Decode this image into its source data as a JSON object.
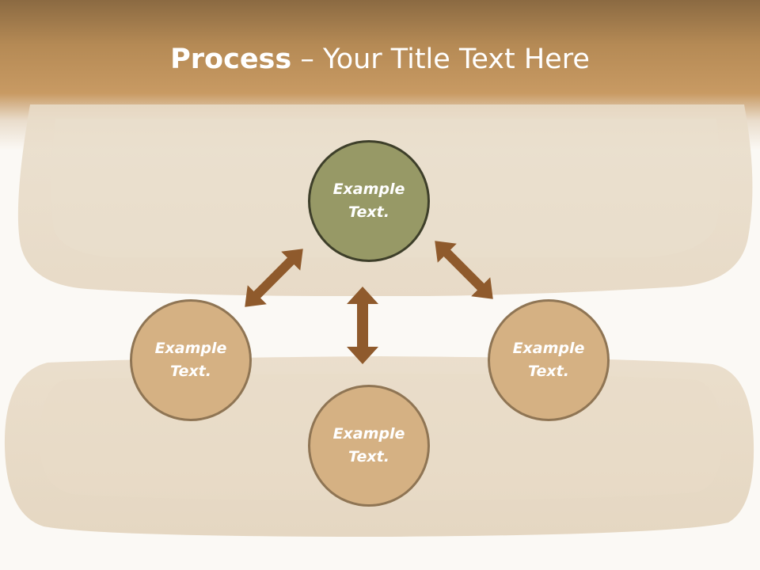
{
  "title": {
    "bold": "Process",
    "rest": " – Your Title Text Here"
  },
  "diagram": {
    "nodes": [
      {
        "id": "top",
        "label": "Example Text."
      },
      {
        "id": "left",
        "label": "Example Text."
      },
      {
        "id": "right",
        "label": "Example Text."
      },
      {
        "id": "bottom",
        "label": "Example Text."
      }
    ],
    "arrows": [
      {
        "from": "top",
        "to": "left",
        "style": "double-headed"
      },
      {
        "from": "top",
        "to": "bottom",
        "style": "double-headed"
      },
      {
        "from": "top",
        "to": "right",
        "style": "double-headed"
      }
    ]
  },
  "colors": {
    "header": "#b58a55",
    "center_node": "#979966",
    "outer_node": "#d5b183",
    "arrow": "#8f5a2c"
  }
}
